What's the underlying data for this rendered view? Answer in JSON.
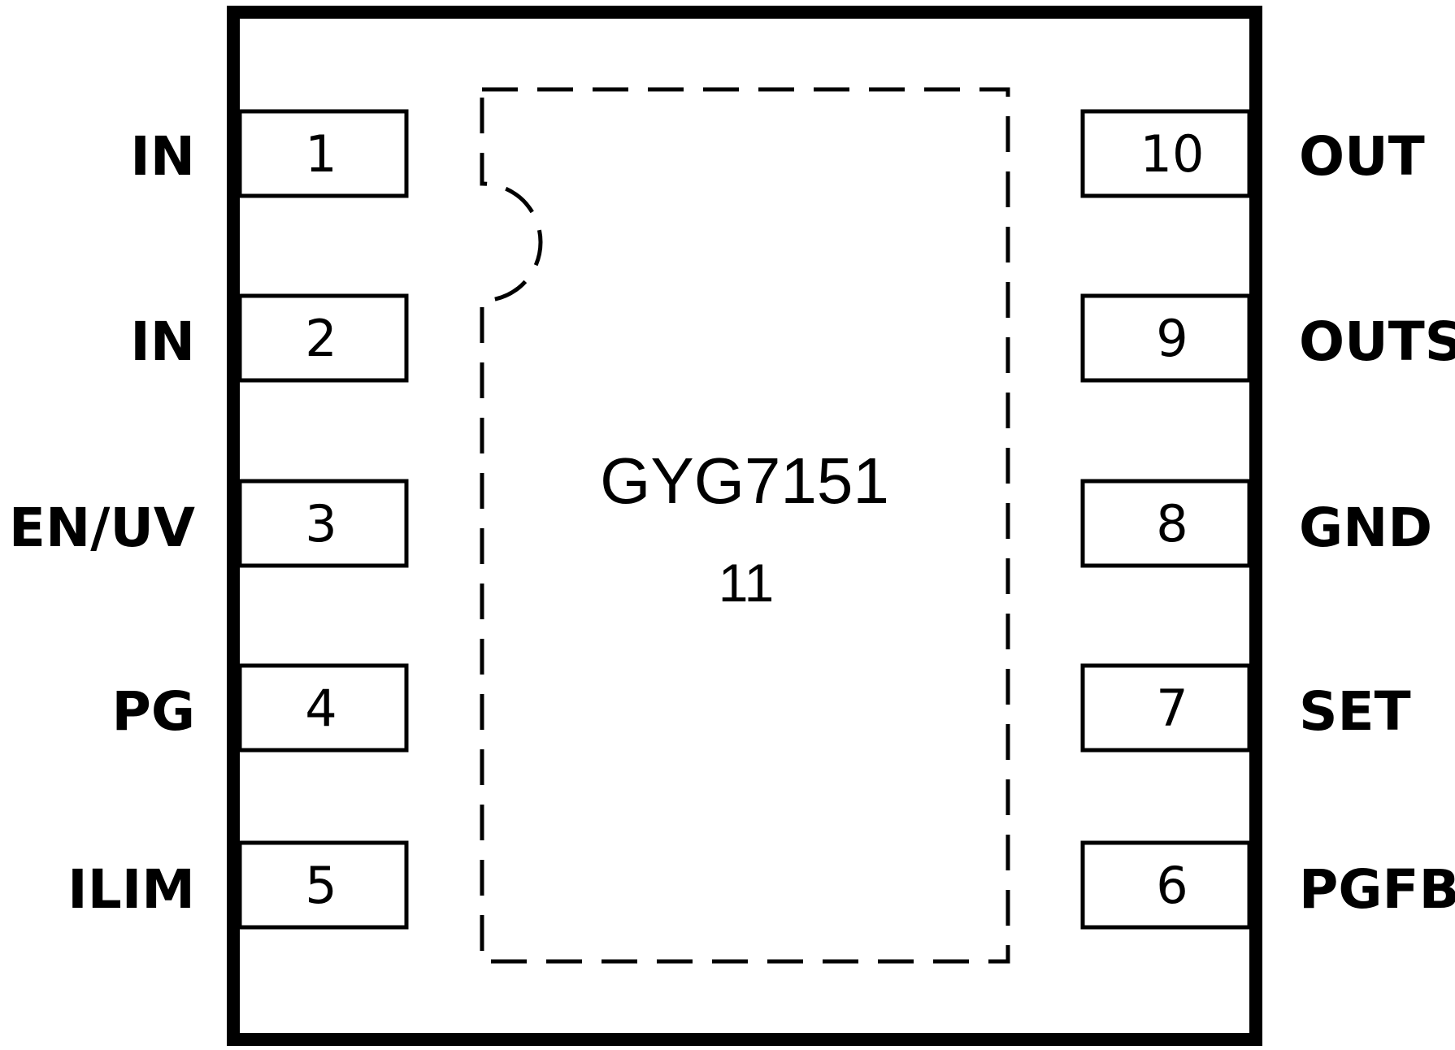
{
  "package": {
    "part_name": "GYG7151",
    "exposed_pad_number": "11"
  },
  "pins_left": [
    {
      "number": "1",
      "name": "IN"
    },
    {
      "number": "2",
      "name": "IN"
    },
    {
      "number": "3",
      "name": "EN/UV"
    },
    {
      "number": "4",
      "name": "PG"
    },
    {
      "number": "5",
      "name": "ILIM"
    }
  ],
  "pins_right": [
    {
      "number": "10",
      "name": "OUT"
    },
    {
      "number": "9",
      "name": "OUTS"
    },
    {
      "number": "8",
      "name": "GND"
    },
    {
      "number": "7",
      "name": "SET"
    },
    {
      "number": "6",
      "name": "PGFB"
    }
  ],
  "colors": {
    "line": "#000000",
    "background": "#ffffff"
  }
}
